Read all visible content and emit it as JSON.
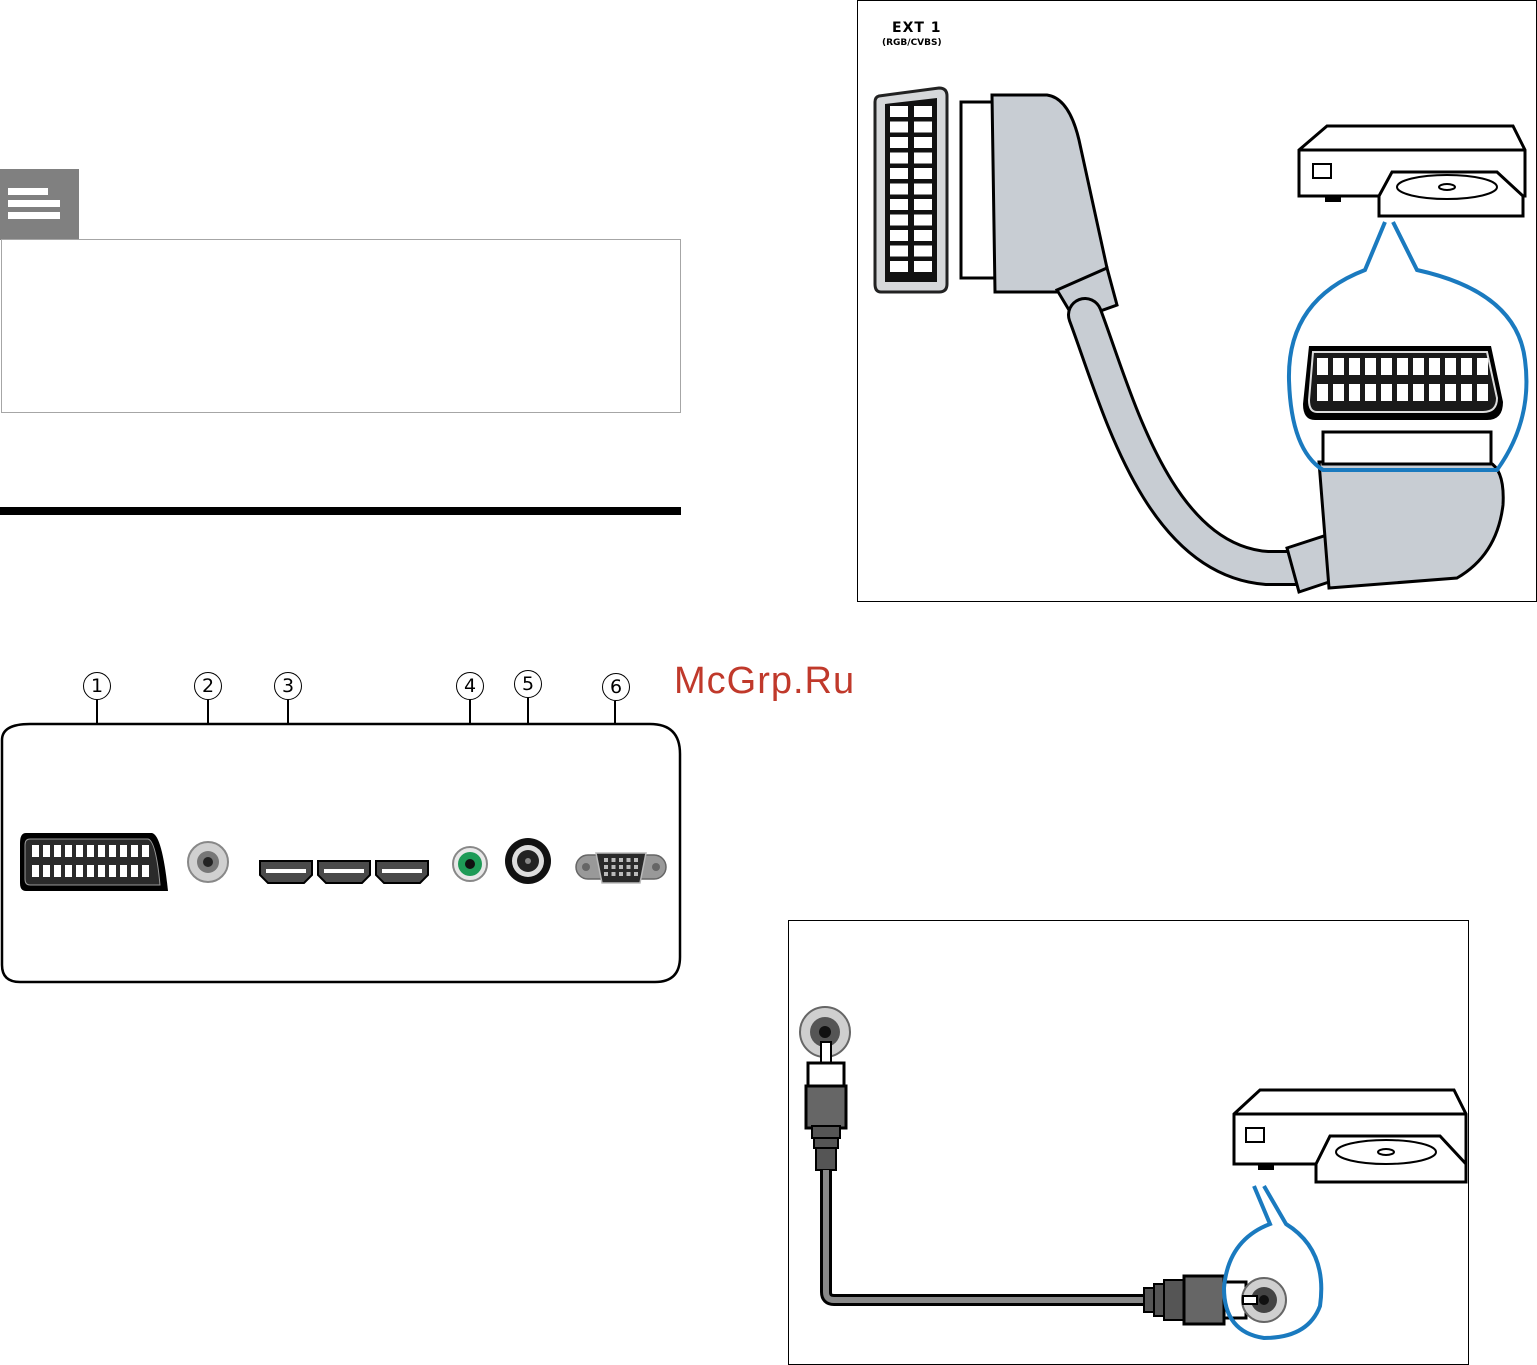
{
  "note": {},
  "scart_figure": {
    "ext_label": "EXT 1",
    "ext_sublabel": "(RGB/CVBS)"
  },
  "watermark": "McGrp.Ru",
  "connectors_panel": {
    "callouts": [
      "1",
      "2",
      "3",
      "4",
      "5",
      "6"
    ]
  },
  "colors": {
    "callout_blue": "#1a7abf",
    "cable_gray": "#c8cdd3",
    "jack_green": "#1e9b57",
    "watermark_red": "#c0392b"
  }
}
